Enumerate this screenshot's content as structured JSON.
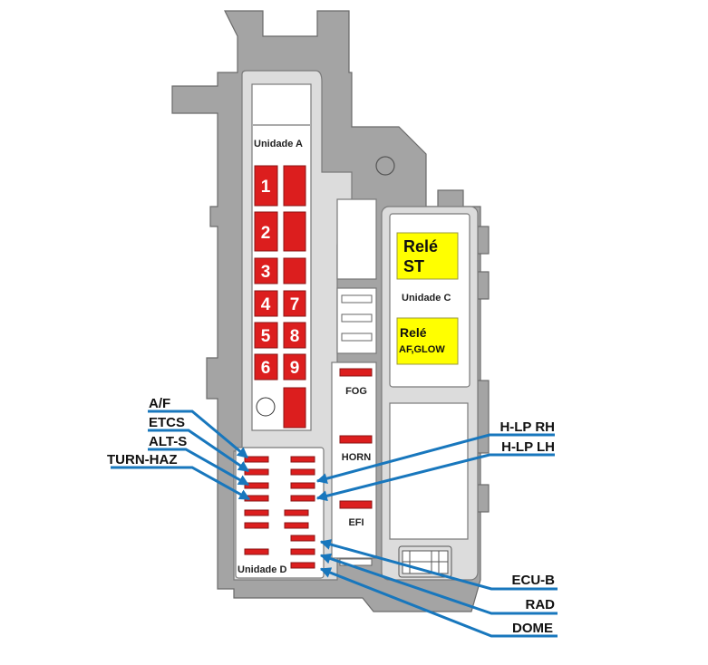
{
  "unit_a": {
    "label": "Unidade A",
    "fuses": [
      "1",
      "2",
      "3",
      "4",
      "5",
      "6",
      "7",
      "8",
      "9"
    ]
  },
  "unit_c": {
    "label": "Unidade C",
    "relay_st": [
      "Relé",
      "ST"
    ],
    "relay_glow": [
      "Relé",
      "AF,GLOW"
    ]
  },
  "unit_d": {
    "label": "Unidade D"
  },
  "middle_fuses": {
    "fog": "FOG",
    "horn": "HORN",
    "efi": "EFI"
  },
  "callouts_left": [
    "A/F",
    "ETCS",
    "ALT-S",
    "TURN-HAZ"
  ],
  "callouts_right": [
    "H-LP RH",
    "H-LP LH",
    "ECU-B",
    "RAD",
    "DOME"
  ],
  "colors": {
    "fuse": "#dc1e1e",
    "relay": "#ffff00",
    "leader": "#1877bd",
    "housing": "#a4a4a4"
  }
}
